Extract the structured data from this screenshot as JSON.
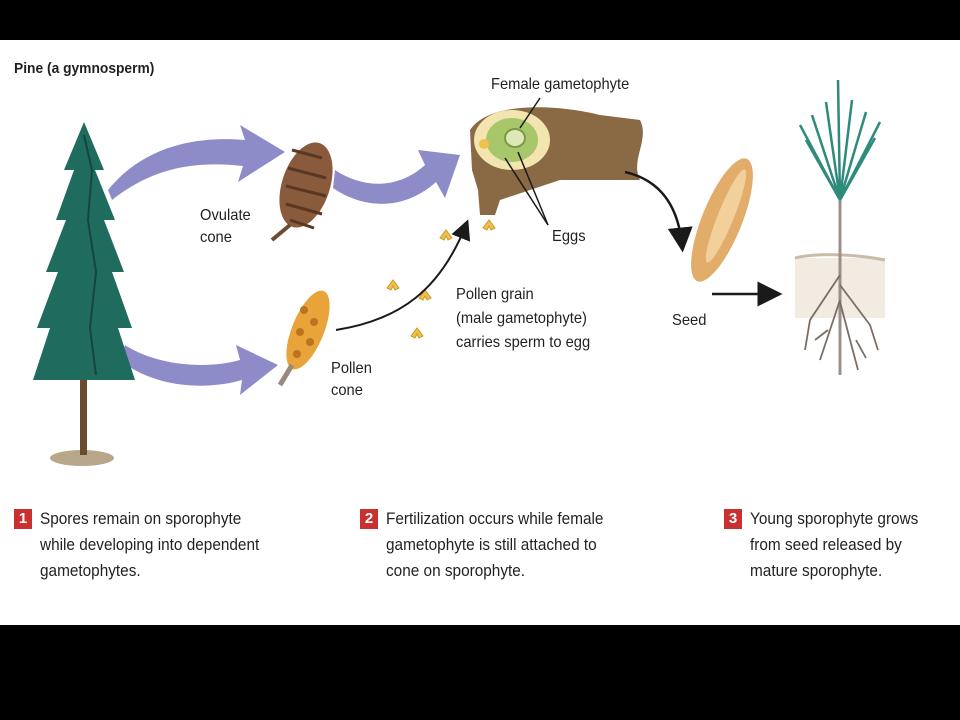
{
  "title": "Pine (a gymnosperm)",
  "labels": {
    "ovulate_cone": "Ovulate\ncone",
    "pollen_cone": "Pollen\ncone",
    "female_gametophyte": "Female gametophyte",
    "eggs": "Eggs",
    "pollen_grain": "Pollen grain\n(male gametophyte)\ncarries sperm to egg",
    "seed": "Seed"
  },
  "steps": [
    {
      "number": "1",
      "text": "Spores remain on sporophyte while developing into dependent gametophytes."
    },
    {
      "number": "2",
      "text": "Fertilization occurs while female gametophyte is still attached to cone on sporophyte."
    },
    {
      "number": "3",
      "text": "Young sporophyte grows from seed released by mature sporophyte."
    }
  ],
  "colors": {
    "background": "#000000",
    "panel": "#ffffff",
    "arrow": "#8e8cc8",
    "step_badge": "#c8312f",
    "tree": "#1f6b5e",
    "tissue": "#8a6a45",
    "pollen": "#f0c04a"
  }
}
